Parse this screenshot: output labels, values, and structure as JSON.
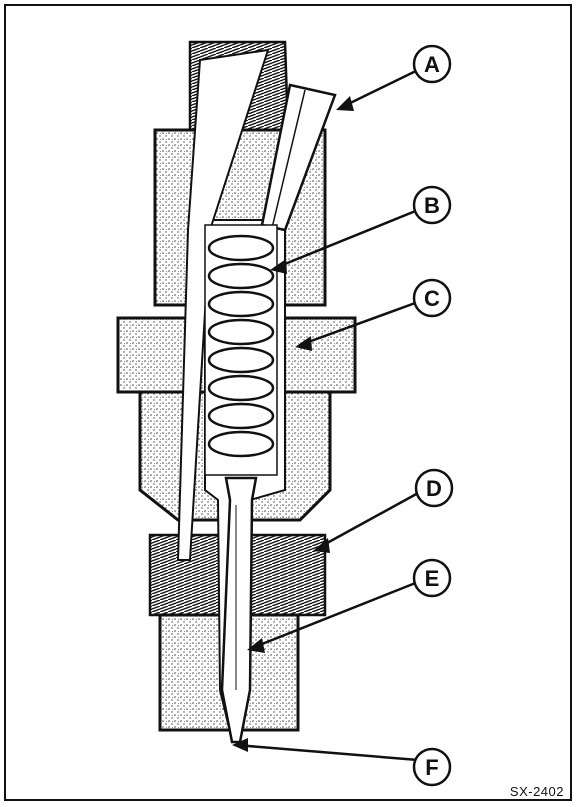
{
  "figure": {
    "id": "SX-2402"
  },
  "callouts": [
    {
      "letter": "A"
    },
    {
      "letter": "B"
    },
    {
      "letter": "C"
    },
    {
      "letter": "D"
    },
    {
      "letter": "E"
    },
    {
      "letter": "F"
    }
  ],
  "colors": {
    "ink": "#111111",
    "stipple": "#555555",
    "background": "#ffffff"
  }
}
